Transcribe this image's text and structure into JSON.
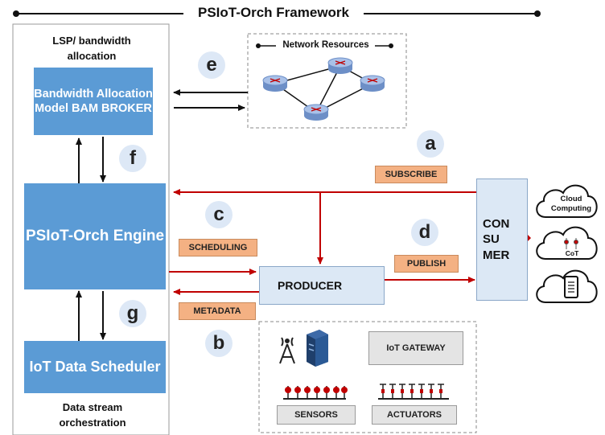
{
  "framework_title": "PSIoT-Orch Framework",
  "left_panel": {
    "top_caption": "LSP/ bandwidth allocation",
    "bam_box": "Bandwidth Allocation Model BAM BROKER",
    "engine_box": "PSIoT-Orch Engine",
    "scheduler_box": "IoT Data Scheduler",
    "bottom_caption": "Data stream orchestration"
  },
  "network": {
    "title": "Network Resources"
  },
  "steps": {
    "a": "a",
    "b": "b",
    "c": "c",
    "d": "d",
    "e": "e",
    "f": "f",
    "g": "g"
  },
  "tags": {
    "subscribe": "SUBSCRIBE",
    "scheduling": "SCHEDULING",
    "publish": "PUBLISH",
    "metadata": "METADATA"
  },
  "producer": "PRODUCER",
  "consumer": {
    "line1": "CON",
    "line2": "SU",
    "line3": "MER"
  },
  "clouds": {
    "cloud_computing": "Cloud Computing",
    "cot": "CoT"
  },
  "devices": {
    "gateway": "IoT GATEWAY",
    "sensors": "SENSORS",
    "actuators": "ACTUATORS"
  },
  "colors": {
    "blue_box": "#5b9bd5",
    "tag": "#f4b183",
    "red_arrow": "#c00000",
    "light_box": "#dce8f5"
  }
}
